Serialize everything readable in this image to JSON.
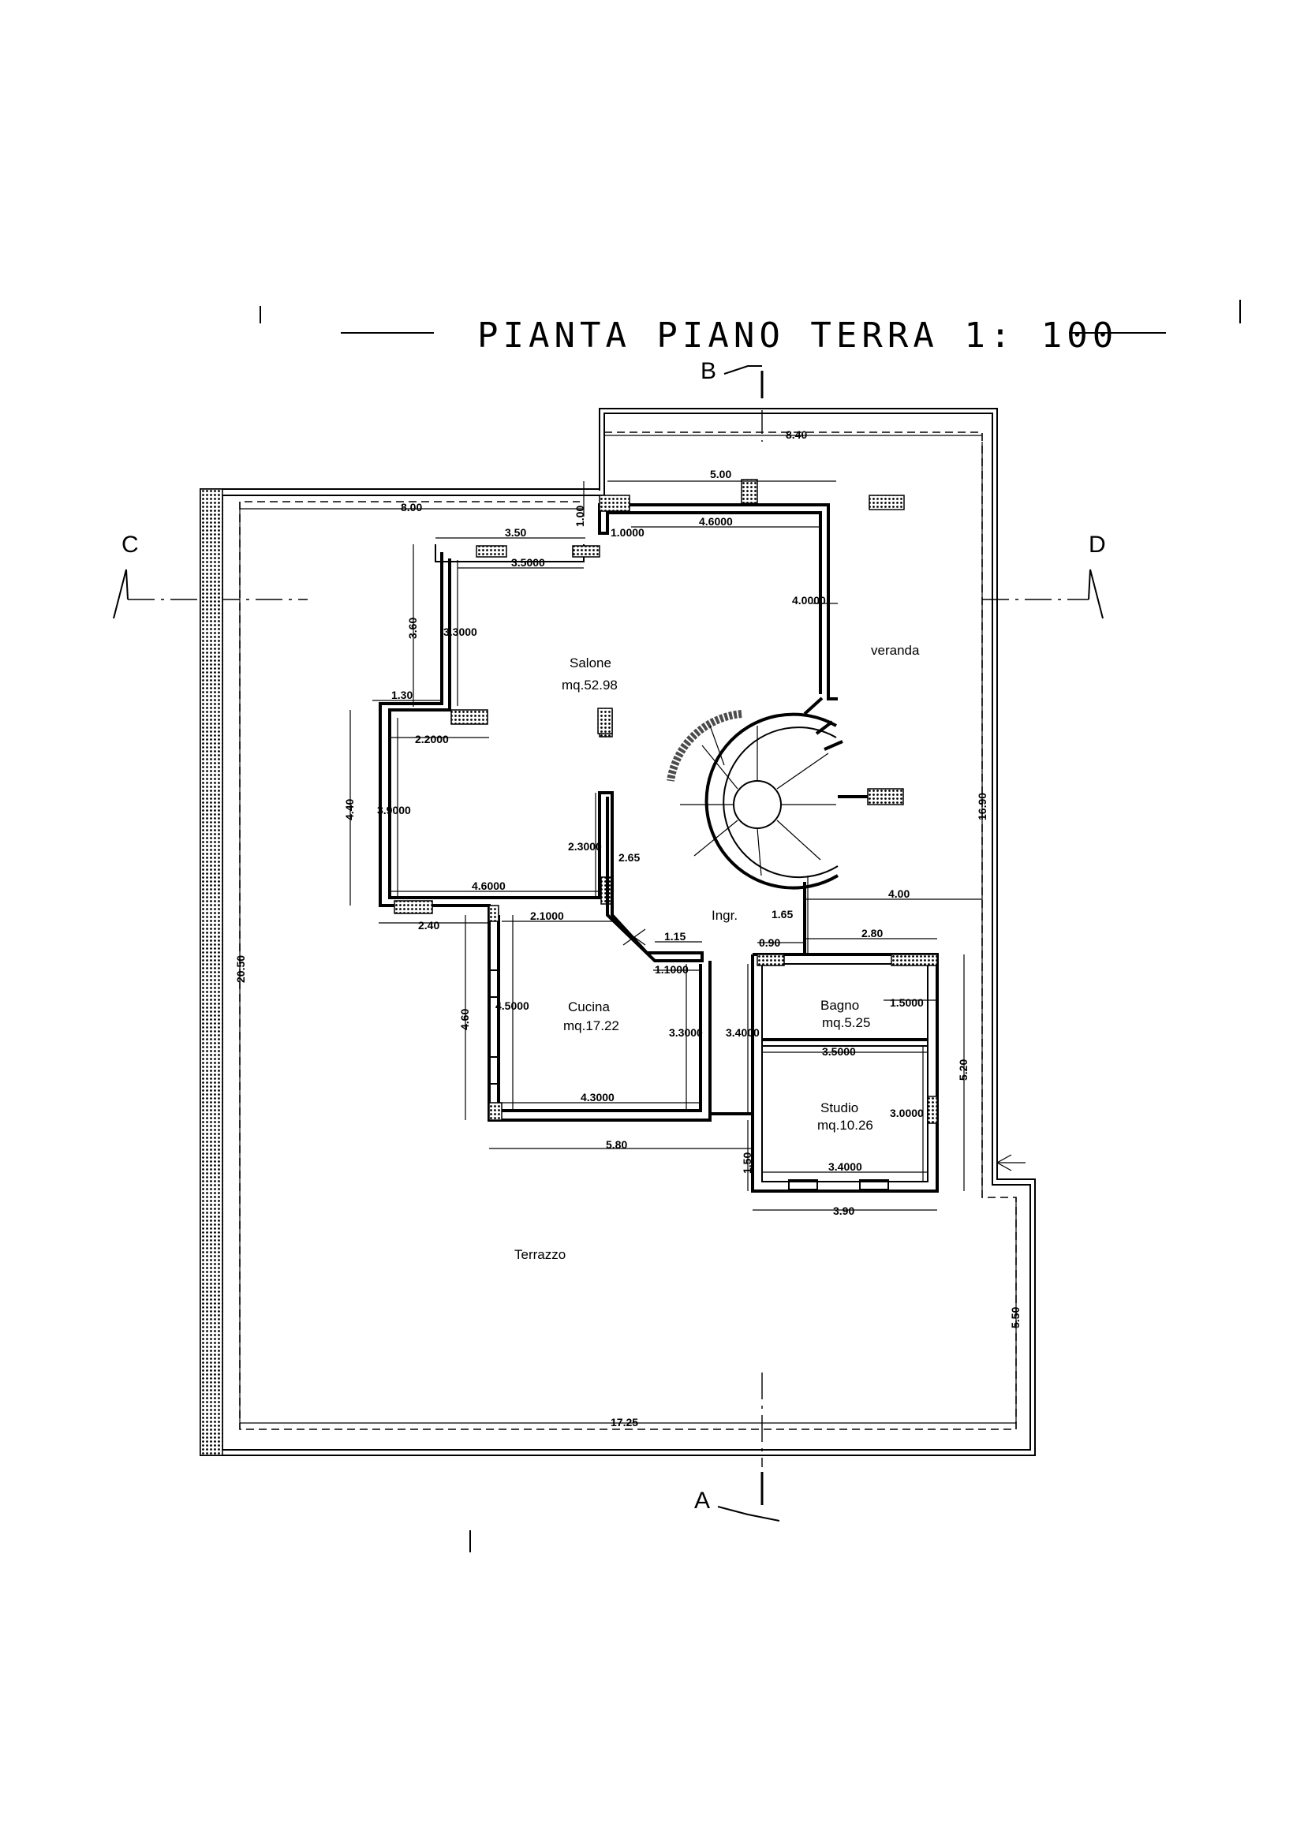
{
  "title": "PIANTA PIANO TERRA 1: 100",
  "sections": {
    "a": "A",
    "b": "B",
    "c": "C",
    "d": "D"
  },
  "rooms": {
    "salone": {
      "name": "Salone",
      "area": "mq.52.98"
    },
    "veranda": {
      "name": "veranda"
    },
    "cucina": {
      "name": "Cucina",
      "area": "mq.17.22"
    },
    "ingresso": {
      "name": "Ingr."
    },
    "bagno": {
      "name": "Bagno",
      "area": "mq.5.25"
    },
    "studio": {
      "name": "Studio",
      "area": "mq.10.26"
    },
    "terrazzo": {
      "name": "Terrazzo"
    }
  },
  "dimensions": {
    "d_8_40": "8.40",
    "d_5_00": "5.00",
    "d_8_00": "8.00",
    "d_1_00": "1.00",
    "d_1_0000": "1.0000",
    "d_3_50": "3.50",
    "d_3_5000": "3.5000",
    "d_4_6000_top": "4.6000",
    "d_4_0000": "4.0000",
    "d_3_60": "3.60",
    "d_3_3000": "3.3000",
    "d_1_30": "1.30",
    "d_2_2000": "2.2000",
    "d_4_40": "4.40",
    "d_3_9000": "3.9000",
    "d_4_6000_bottom": "4.6000",
    "d_2_40": "2.40",
    "d_2_3000": "2.3000",
    "d_2_65": "2.65",
    "d_2_1000": "2.1000",
    "d_1_15": "1.15",
    "d_1_1000": "1.1000",
    "d_4_60": "4.60",
    "d_4_5000": "4.5000",
    "d_3_3000_cucina": "3.3000",
    "d_4_3000": "4.3000",
    "d_5_80": "5.80",
    "d_16_90": "16.90",
    "d_4_00": "4.00",
    "d_1_65": "1.65",
    "d_0_90": "0.90",
    "d_2_80": "2.80",
    "d_1_5000": "1.5000",
    "d_3_4000_bagno": "3.4000",
    "d_3_5000_bagno": "3.5000",
    "d_5_20": "5.20",
    "d_3_0000": "3.0000",
    "d_1_50": "1.50",
    "d_3_4000_studio": "3.4000",
    "d_3_90": "3.90",
    "d_20_50": "20.50",
    "d_5_50": "5.50",
    "d_17_25": "17.25"
  }
}
